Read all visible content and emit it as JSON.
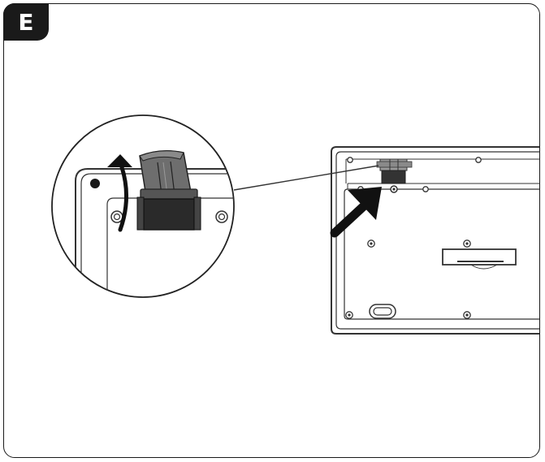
{
  "step": {
    "label": "E"
  },
  "colors": {
    "ink": "#1a1a1a",
    "frame_border": "#1a1a1a",
    "badge_bg": "#1a1a1a",
    "badge_text": "#ffffff",
    "keyboard_edge": "#333333",
    "foot_gray": "#6e6e6e",
    "foot_dark": "#2a2a2a"
  },
  "icons": {
    "zoom_callout": "magnifier-circle",
    "arrow_direction": "up-right-arrow",
    "rotation": "curved-flip-up-arrow"
  }
}
